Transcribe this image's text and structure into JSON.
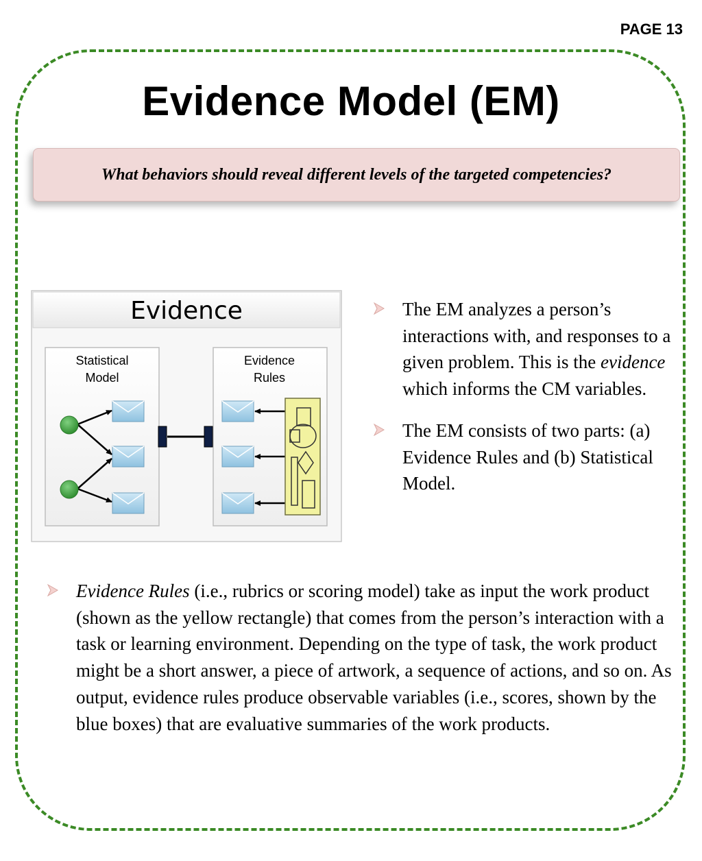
{
  "page_number": "PAGE 13",
  "title": "Evidence Model (EM)",
  "question": "What behaviors should reveal different levels of the targeted competencies?",
  "diagram": {
    "header": "Evidence",
    "left_panel_title_line1": "Statistical",
    "left_panel_title_line2": "Model",
    "right_panel_title_line1": "Evidence",
    "right_panel_title_line2": "Rules"
  },
  "bullets_right": [
    {
      "before": "The EM analyzes a person’s interactions with, and responses to a given problem. This is the ",
      "emph": "evidence",
      "after": " which informs the CM variables."
    },
    {
      "before": "The EM consists of two parts: (a) Evidence Rules and (b) Statistical Model."
    }
  ],
  "bullet_bottom": {
    "emph": "Evidence Rules",
    "text": " (i.e., rubrics or scoring model) take as input the work product (shown as the yellow rectangle) that comes from the person’s interaction with a task or learning environment. Depending on the type of task, the work product might be a short answer, a piece of artwork, a sequence of actions, and so on. As output, evidence rules produce observable variables (i.e., scores, shown by the blue boxes) that are evaluative summaries of the work products."
  },
  "colors": {
    "frame_border": "#3b8a25",
    "question_bg": "#f1d9d8",
    "bullet_arrow": "#e2b0ac",
    "node_green": "#3f9e3f",
    "box_blue": "#a9d3ea",
    "work_product_yellow": "#f2f2a0"
  }
}
